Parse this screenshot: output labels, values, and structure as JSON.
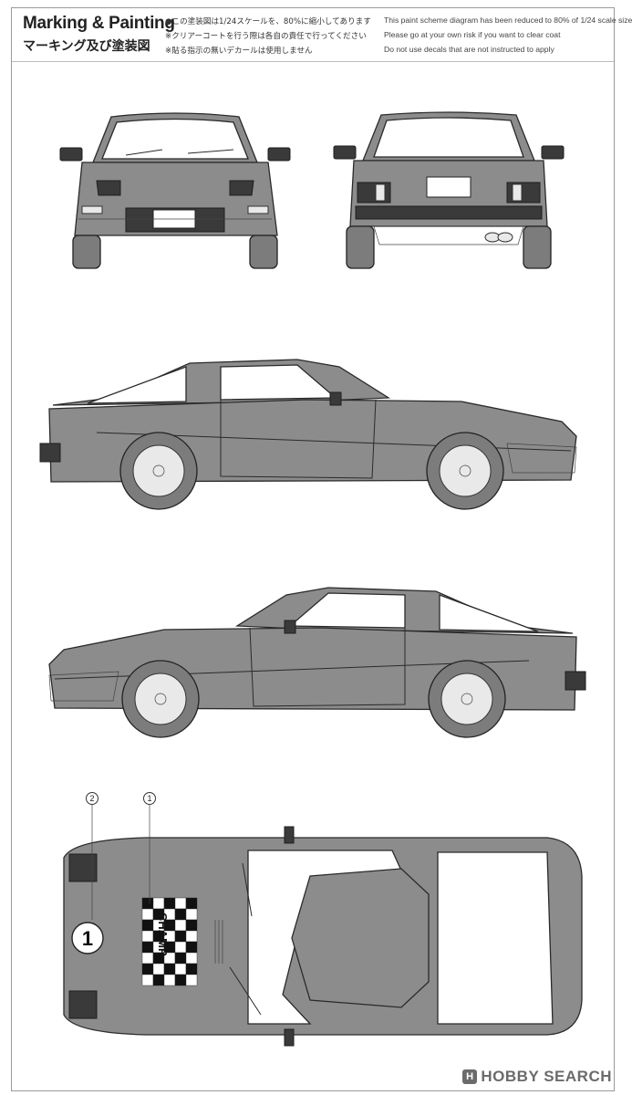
{
  "header": {
    "title_en": "Marking & Painting",
    "title_jp": "マーキング及び塗装図",
    "notes": [
      {
        "jp": "●この塗装図は1/24スケールを、80%に縮小してあります",
        "en": "This paint scheme diagram has been reduced to 80% of 1/24 scale size"
      },
      {
        "jp": "※クリアーコートを行う際は各自の責任で行ってください",
        "en": "Please go at your own risk if you want to clear coat"
      },
      {
        "jp": "※貼る指示の無いデカールは使用しません",
        "en": "Do not use decals that are not instructed to apply"
      }
    ]
  },
  "callouts": {
    "c1": "1",
    "c2": "2"
  },
  "decal": {
    "number": "1",
    "champ_text": "CHAMP"
  },
  "colors": {
    "body": "#8c8c8c",
    "outline": "#2a2a2a",
    "glass": "#ffffff"
  },
  "watermark": {
    "mark": "H",
    "text": "HOBBY SEARCH"
  }
}
